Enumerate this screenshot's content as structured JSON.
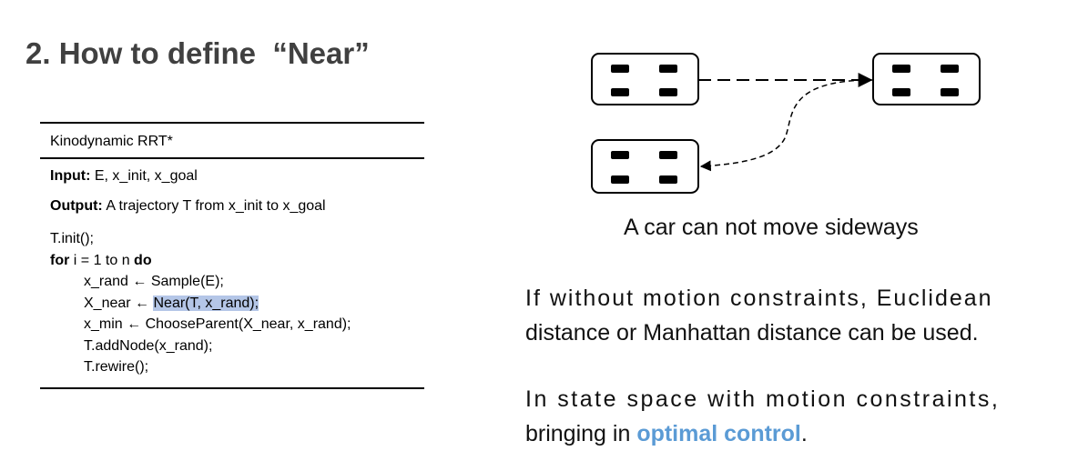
{
  "slide": {
    "title": "2. How to define  “Near”"
  },
  "algorithm": {
    "name": "Kinodynamic RRT*",
    "input_label": "Input:",
    "input_value": " E, x_init, x_goal",
    "output_label": "Output:",
    "output_value": " A trajectory T from x_init to x_goal",
    "lines": {
      "init": "T.init();",
      "for_kw": "for",
      "for_range": " i = 1 to n ",
      "do_kw": "do",
      "sample": "x_rand ← Sample(E);",
      "near_prefix": "X_near ← ",
      "near_call": "Near(T, x_rand);",
      "choose": "x_min ← ChooseParent(X_near, x_rand);",
      "add": "T.addNode(x_rand);",
      "rewire": "T.rewire();"
    }
  },
  "diagram": {
    "caption": "A car can not move sideways"
  },
  "text": {
    "para1_line1": "If without motion constraints, Euclidean",
    "para1_line2": "distance or Manhattan distance can be used.",
    "para2_line1": "In state space with motion constraints,",
    "para2_prefix": "bringing in ",
    "para2_accent": "optimal control",
    "para2_suffix": "."
  },
  "colors": {
    "title": "#404040",
    "highlight": "#b4c6e7",
    "accent": "#5b9bd5"
  },
  "icons": [
    "car-icon"
  ]
}
